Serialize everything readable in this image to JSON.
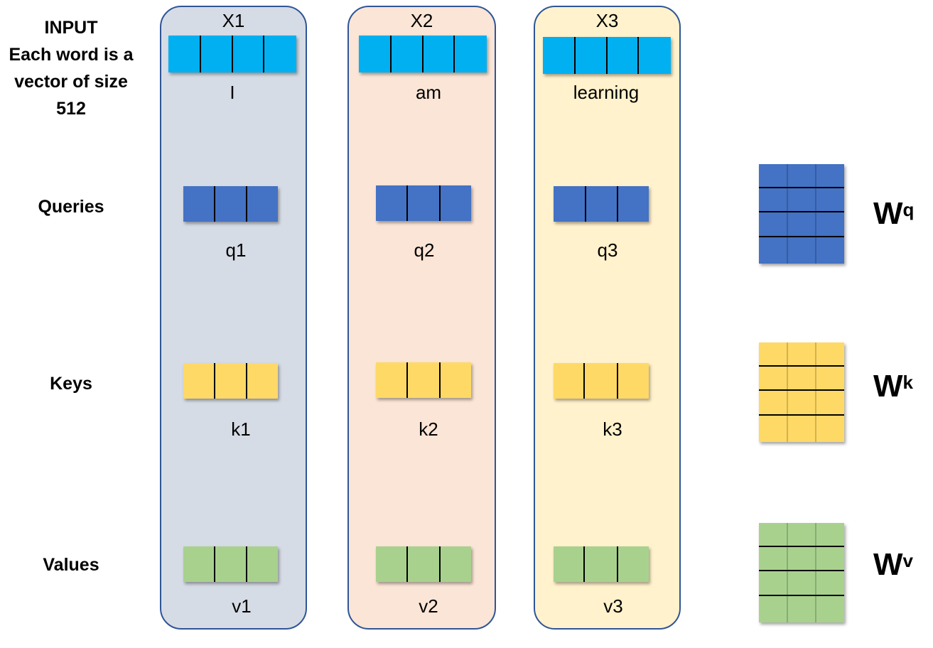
{
  "input_label": {
    "line1": "INPUT",
    "line2": "Each word is a",
    "line3": "vector of size",
    "line4": "512"
  },
  "rows": {
    "queries": "Queries",
    "keys": "Keys",
    "values": "Values"
  },
  "columns": [
    {
      "title": "X1",
      "word": "I",
      "q": "q1",
      "k": "k1",
      "v": "v1",
      "bg": "#d6dce5"
    },
    {
      "title": "X2",
      "word": "am",
      "q": "q2",
      "k": "k2",
      "v": "v2",
      "bg": "#fbe5d6"
    },
    {
      "title": "X3",
      "word": "learning",
      "q": "q3",
      "k": "k3",
      "v": "v3",
      "bg": "#fff2cc"
    }
  ],
  "weights": {
    "q": {
      "base": "W",
      "sup": "q"
    },
    "k": {
      "base": "W",
      "sup": "k"
    },
    "v": {
      "base": "W",
      "sup": "v"
    }
  },
  "colors": {
    "input": "#00b0f0",
    "query": "#4472c4",
    "key": "#ffd966",
    "value": "#a9d18e",
    "column_border": "#2f5597"
  }
}
